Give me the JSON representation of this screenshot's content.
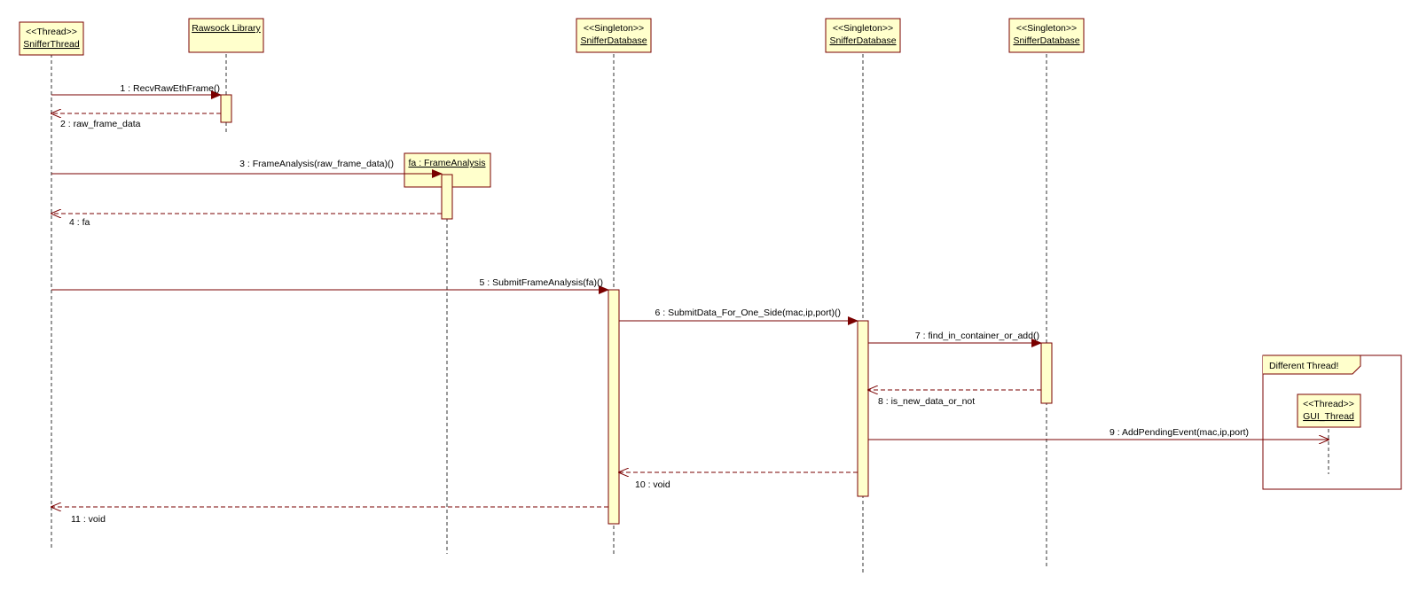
{
  "colors": {
    "box_fill": "#ffffcc",
    "box_stroke": "#7a0000",
    "line": "#7a0000",
    "lifeline": "#333333",
    "text": "#000000"
  },
  "lifelines": [
    {
      "id": "sniffer_thread",
      "stereotype": "<<Thread>>",
      "name": "SnifferThread"
    },
    {
      "id": "rawsock",
      "stereotype": "",
      "name": "Rawsock Library"
    },
    {
      "id": "frame_analysis",
      "stereotype": "",
      "name": "fa : FrameAnalysis"
    },
    {
      "id": "db1",
      "stereotype": "<<Singleton>>",
      "name": "SnifferDatabase"
    },
    {
      "id": "db2",
      "stereotype": "<<Singleton>>",
      "name": "SnifferDatabase"
    },
    {
      "id": "db3",
      "stereotype": "<<Singleton>>",
      "name": "SnifferDatabase"
    },
    {
      "id": "gui_thread",
      "stereotype": "<<Thread>>",
      "name": "GUI_Thread"
    }
  ],
  "frame": {
    "label": "Different Thread!"
  },
  "messages": [
    {
      "id": "m1",
      "label": "1 : RecvRawEthFrame()",
      "kind": "sync"
    },
    {
      "id": "m2",
      "label": "2 : raw_frame_data",
      "kind": "return"
    },
    {
      "id": "m3",
      "label": "3 : FrameAnalysis(raw_frame_data)()",
      "kind": "create"
    },
    {
      "id": "m4",
      "label": "4 : fa",
      "kind": "return"
    },
    {
      "id": "m5",
      "label": "5 : SubmitFrameAnalysis(fa)()",
      "kind": "sync"
    },
    {
      "id": "m6",
      "label": "6 : SubmitData_For_One_Side(mac,ip,port)()",
      "kind": "sync"
    },
    {
      "id": "m7",
      "label": "7 : find_in_container_or_add()",
      "kind": "sync"
    },
    {
      "id": "m8",
      "label": "8 : is_new_data_or_not",
      "kind": "return"
    },
    {
      "id": "m9",
      "label": "9 : AddPendingEvent(mac,ip,port)",
      "kind": "async"
    },
    {
      "id": "m10",
      "label": "10 : void",
      "kind": "return"
    },
    {
      "id": "m11",
      "label": "11 : void",
      "kind": "return"
    }
  ]
}
